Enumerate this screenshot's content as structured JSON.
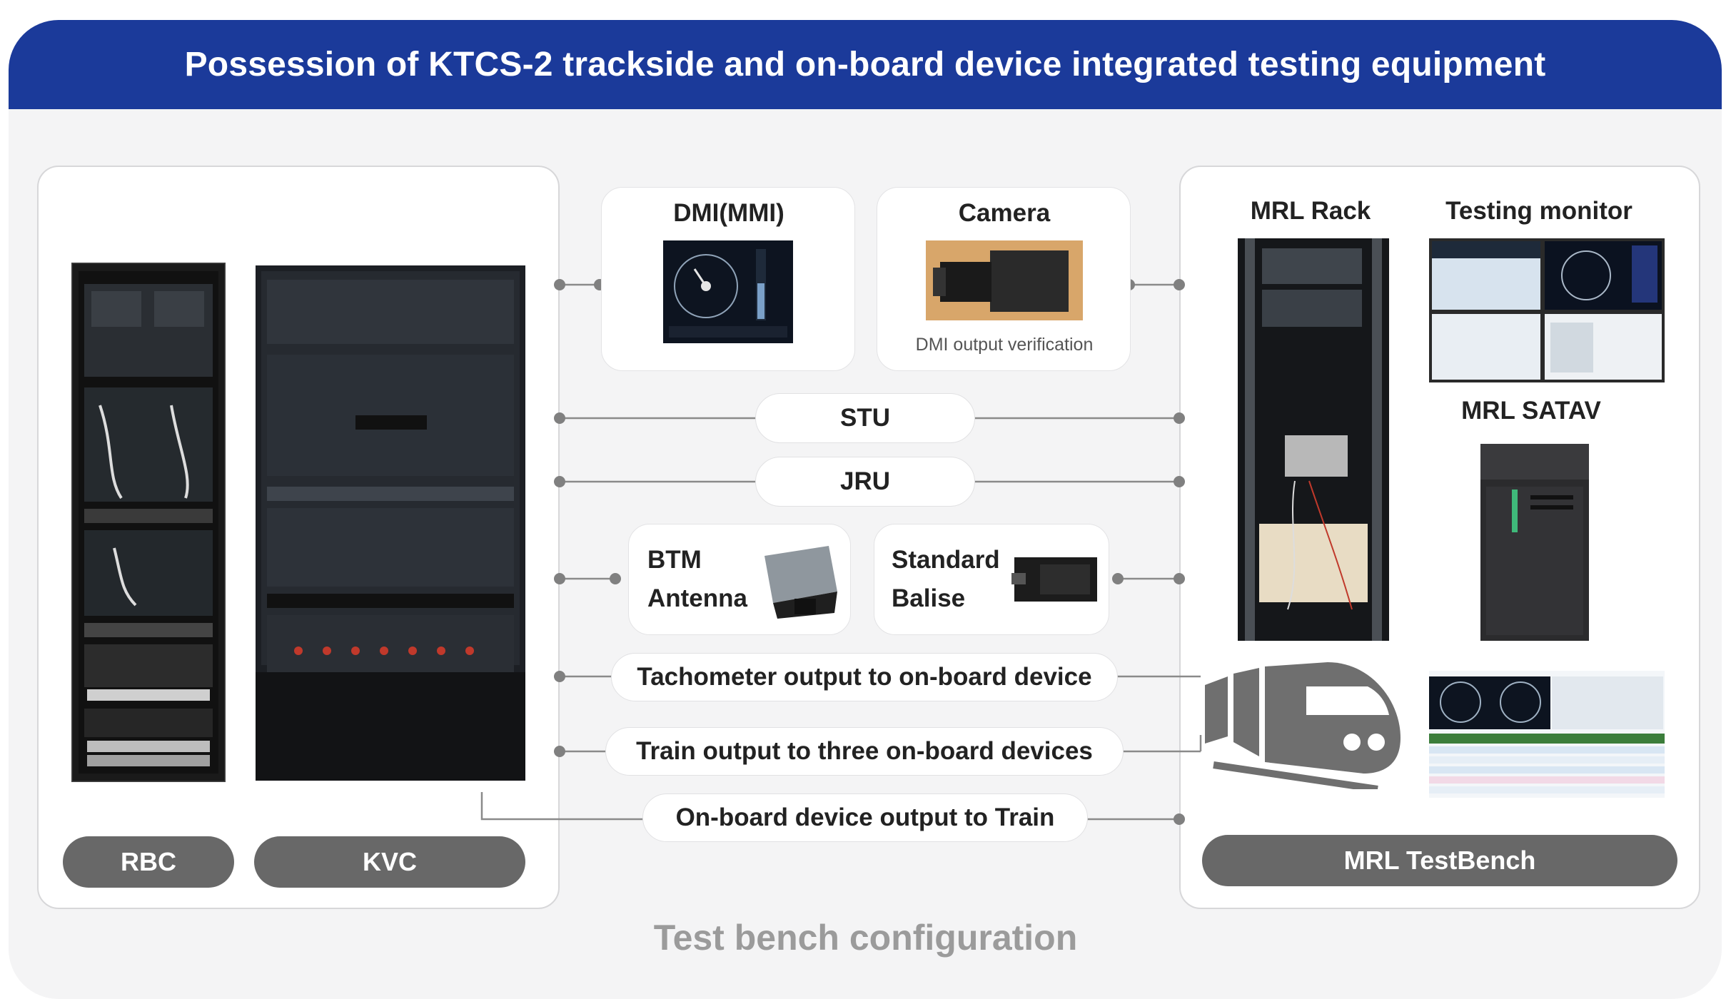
{
  "header": {
    "title": "Possession of KTCS-2 trackside and on-board device integrated testing equipment"
  },
  "left_group": {
    "rbc_label": "RBC",
    "kvc_label": "KVC"
  },
  "center": {
    "dmi_title": "DMI(MMI)",
    "camera_title": "Camera",
    "camera_caption": "DMI output verification",
    "stu_label": "STU",
    "jru_label": "JRU",
    "btm_line1": "BTM",
    "btm_line2": "Antenna",
    "balise_line1": "Standard",
    "balise_line2": "Balise",
    "tacho_label": "Tachometer output to on-board device",
    "train_out_label": "Train output to three on-board devices",
    "onboard_out_label": "On-board device output to Train"
  },
  "right_group": {
    "rack_title": "MRL Rack",
    "monitor_title": "Testing monitor",
    "satav_title": "MRL SATAV",
    "testbench_label": "MRL TestBench"
  },
  "caption": "Test bench configuration",
  "colors": {
    "header_bg": "#1b3a9a",
    "button_gray": "#686868",
    "line_gray": "#8a8a8a",
    "caption_gray": "#9b9b9b"
  }
}
